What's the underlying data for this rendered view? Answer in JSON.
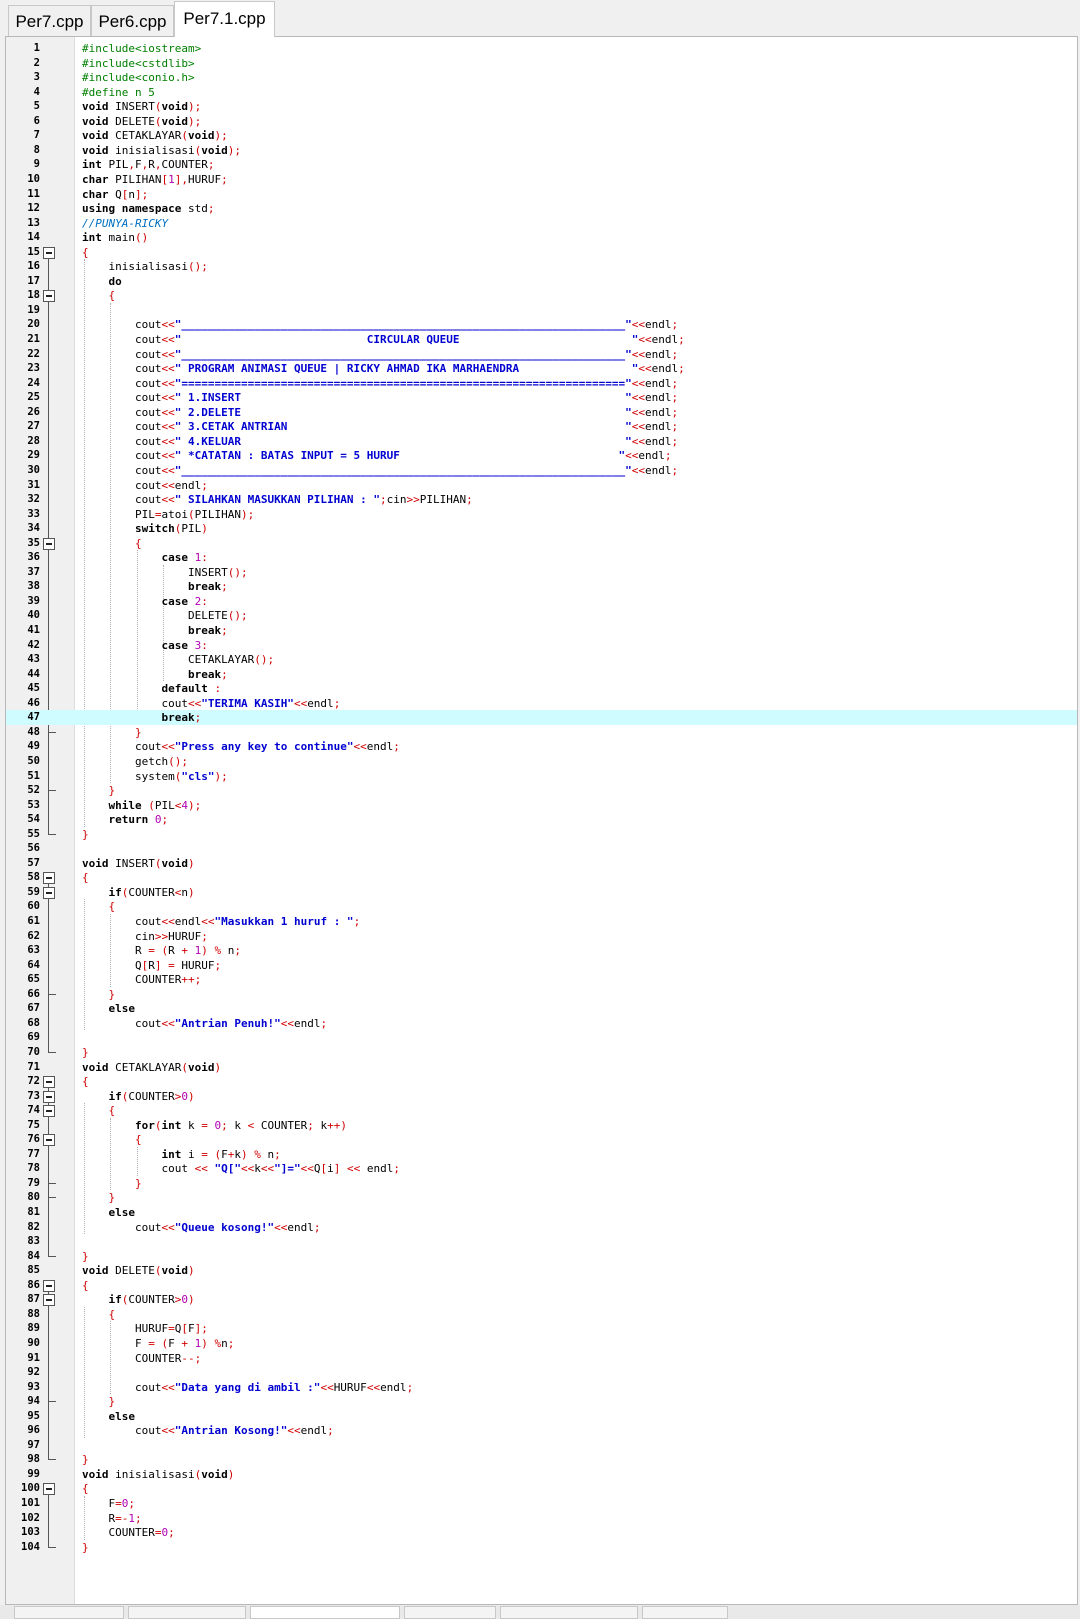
{
  "tabs": [
    {
      "label": "Per7.cpp",
      "active": false
    },
    {
      "label": "Per6.cpp",
      "active": false
    },
    {
      "label": "Per7.1.cpp",
      "active": true
    }
  ],
  "editor": {
    "current_line": 47,
    "lines": [
      "#include<iostream>",
      "#include<cstdlib>",
      "#include<conio.h>",
      "#define n 5",
      "void INSERT(void);",
      "void DELETE(void);",
      "void CETAKLAYAR(void);",
      "void inisialisasi(void);",
      "int PIL,F,R,COUNTER;",
      "char PILIHAN[1],HURUF;",
      "char Q[n];",
      "using namespace std;",
      "//PUNYA-RICKY",
      "int main()",
      "{",
      "    inisialisasi();",
      "    do",
      "    {",
      "",
      "        cout<<\"___________________________________________________________________\"<<endl;",
      "        cout<<\"                            CIRCULAR QUEUE                          \"<<endl;",
      "        cout<<\"___________________________________________________________________\"<<endl;",
      "        cout<<\" PROGRAM ANIMASI QUEUE | RICKY AHMAD IKA MARHAENDRA                 \"<<endl;",
      "        cout<<\"===================================================================\"<<endl;",
      "        cout<<\" 1.INSERT                                                          \"<<endl;",
      "        cout<<\" 2.DELETE                                                          \"<<endl;",
      "        cout<<\" 3.CETAK ANTRIAN                                                   \"<<endl;",
      "        cout<<\" 4.KELUAR                                                          \"<<endl;",
      "        cout<<\" *CATATAN : BATAS INPUT = 5 HURUF                                 \"<<endl;",
      "        cout<<\"___________________________________________________________________\"<<endl;",
      "        cout<<endl;",
      "        cout<<\" SILAHKAN MASUKKAN PILIHAN : \";cin>>PILIHAN;",
      "        PIL=atoi(PILIHAN);",
      "        switch(PIL)",
      "        {",
      "            case 1:",
      "                INSERT();",
      "                break;",
      "            case 2:",
      "                DELETE();",
      "                break;",
      "            case 3:",
      "                CETAKLAYAR();",
      "                break;",
      "            default :",
      "            cout<<\"TERIMA KASIH\"<<endl;",
      "            break;",
      "        }",
      "        cout<<\"Press any key to continue\"<<endl;",
      "        getch();",
      "        system(\"cls\");",
      "    }",
      "    while (PIL<4);",
      "    return 0;",
      "}",
      "",
      "void INSERT(void)",
      "{",
      "    if(COUNTER<n)",
      "    {",
      "        cout<<endl<<\"Masukkan 1 huruf : \";",
      "        cin>>HURUF;",
      "        R = (R + 1) % n;",
      "        Q[R] = HURUF;",
      "        COUNTER++;",
      "    }",
      "    else",
      "        cout<<\"Antrian Penuh!\"<<endl;",
      "",
      "}",
      "void CETAKLAYAR(void)",
      "{",
      "    if(COUNTER>0)",
      "    {",
      "        for(int k = 0; k < COUNTER; k++)",
      "        {",
      "            int i = (F+k) % n;",
      "            cout << \"Q[\"<<k<<\"]=\"<<Q[i] << endl;",
      "        }",
      "    }",
      "    else",
      "        cout<<\"Queue kosong!\"<<endl;",
      "",
      "}",
      "void DELETE(void)",
      "{",
      "    if(COUNTER>0)",
      "    {",
      "        HURUF=Q[F];",
      "        F = (F + 1) %n;",
      "        COUNTER--;",
      "",
      "        cout<<\"Data yang di ambil :\"<<HURUF<<endl;",
      "    }",
      "    else",
      "        cout<<\"Antrian Kosong!\"<<endl;",
      "",
      "}",
      "void inisialisasi(void)",
      "{",
      "    F=0;",
      "    R=-1;",
      "    COUNTER=0;",
      "}"
    ],
    "fold_markers": [
      15,
      18,
      35,
      58,
      59,
      72,
      73,
      74,
      76,
      86,
      87,
      100
    ]
  }
}
